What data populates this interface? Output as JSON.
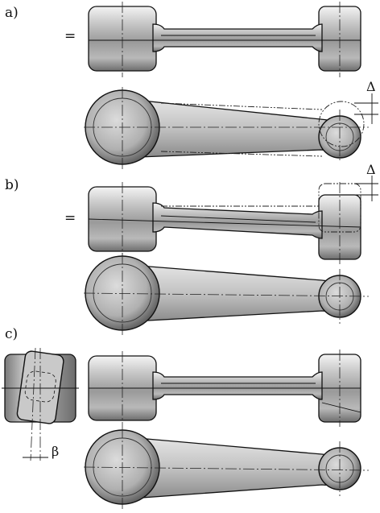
{
  "figure": {
    "labels": {
      "a": "a)",
      "b": "b)",
      "c": "c)"
    },
    "symbols": {
      "equals_a": "=",
      "equals_b": "=",
      "delta_a": "Δ",
      "delta_b": "Δ",
      "beta": "β"
    }
  }
}
